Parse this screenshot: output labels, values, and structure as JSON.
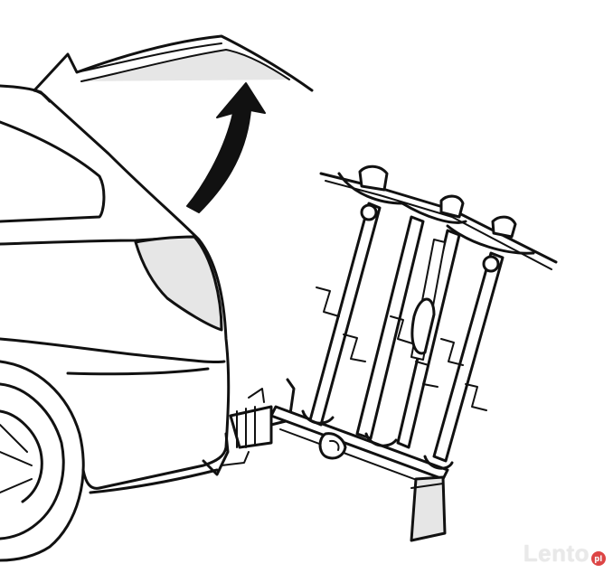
{
  "watermark": {
    "brand": "Lento",
    "suffix": "pl",
    "accent_color": "#dd4444"
  },
  "palette": {
    "line": "#111111",
    "fill_light": "#e6e6e6",
    "fill_white": "#ffffff"
  },
  "arrow": {
    "direction": "up",
    "meaning-icon": "lift-tailgate-arrow-icon"
  }
}
